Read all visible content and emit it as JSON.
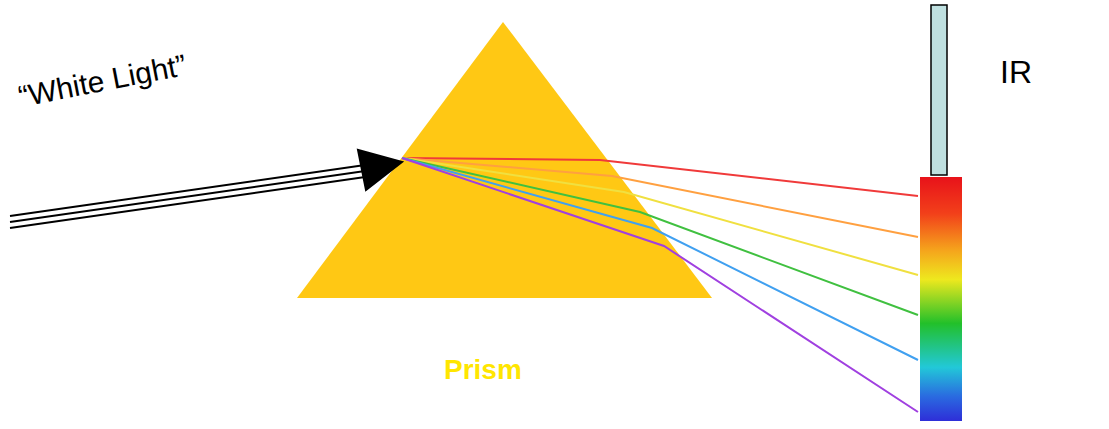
{
  "diagram": {
    "labels": [
      "“White Light”",
      "Prism",
      "IR"
    ]
  }
}
